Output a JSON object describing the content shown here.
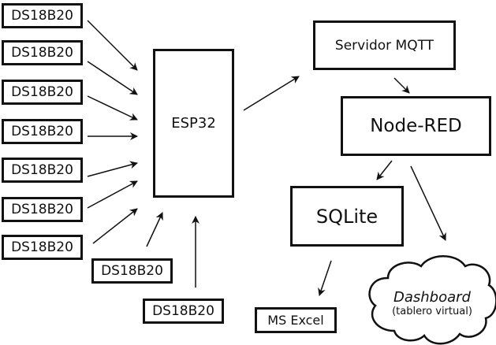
{
  "diagram": {
    "sensors": [
      {
        "label": "DS18B20"
      },
      {
        "label": "DS18B20"
      },
      {
        "label": "DS18B20"
      },
      {
        "label": "DS18B20"
      },
      {
        "label": "DS18B20"
      },
      {
        "label": "DS18B20"
      },
      {
        "label": "DS18B20"
      },
      {
        "label": "DS18B20"
      },
      {
        "label": "DS18B20"
      }
    ],
    "microcontroller": {
      "label": "ESP32"
    },
    "mqtt_server": {
      "label": "Servidor MQTT"
    },
    "node_red": {
      "label": "Node-RED"
    },
    "database": {
      "label": "SQLite"
    },
    "export": {
      "label": "MS Excel"
    },
    "dashboard": {
      "title": "Dashboard",
      "subtitle": "(tablero virtual)"
    },
    "colors": {
      "stroke": "#111111",
      "background": "#ffffff"
    }
  }
}
